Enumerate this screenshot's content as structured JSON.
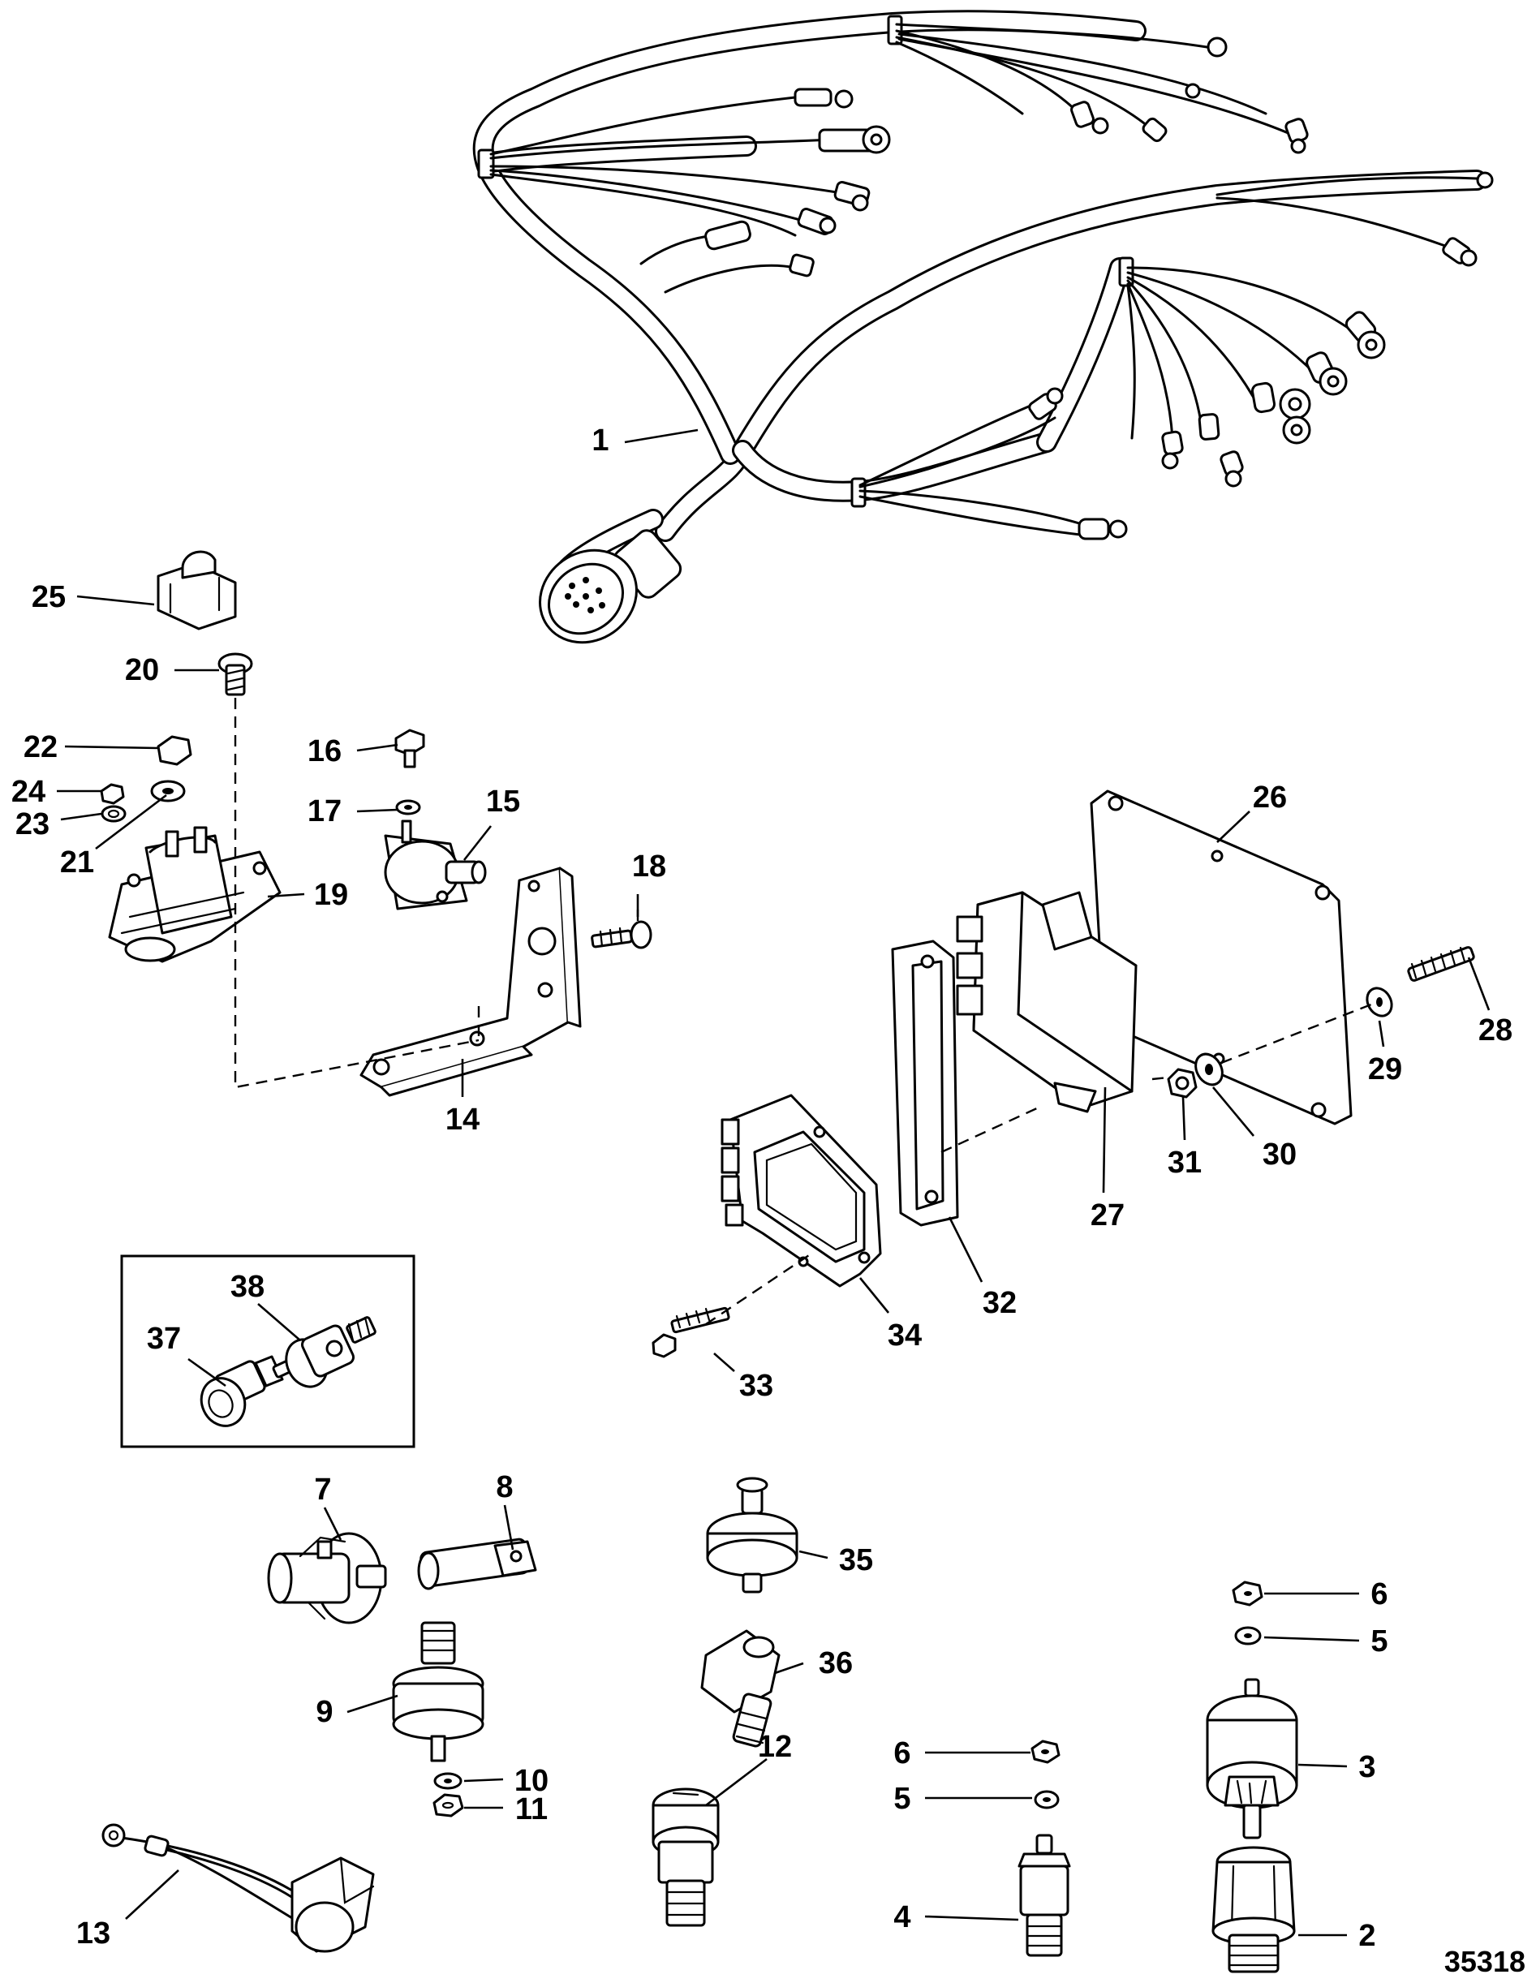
{
  "diagram": {
    "drawing_number": "35318",
    "callouts": [
      {
        "id": "1",
        "label": "1"
      },
      {
        "id": "2",
        "label": "2"
      },
      {
        "id": "3",
        "label": "3"
      },
      {
        "id": "4",
        "label": "4"
      },
      {
        "id": "5a",
        "label": "5"
      },
      {
        "id": "5b",
        "label": "5"
      },
      {
        "id": "6a",
        "label": "6"
      },
      {
        "id": "6b",
        "label": "6"
      },
      {
        "id": "7",
        "label": "7"
      },
      {
        "id": "8",
        "label": "8"
      },
      {
        "id": "9",
        "label": "9"
      },
      {
        "id": "10",
        "label": "10"
      },
      {
        "id": "11",
        "label": "11"
      },
      {
        "id": "12",
        "label": "12"
      },
      {
        "id": "13",
        "label": "13"
      },
      {
        "id": "14",
        "label": "14"
      },
      {
        "id": "15",
        "label": "15"
      },
      {
        "id": "16",
        "label": "16"
      },
      {
        "id": "17",
        "label": "17"
      },
      {
        "id": "18",
        "label": "18"
      },
      {
        "id": "19",
        "label": "19"
      },
      {
        "id": "20",
        "label": "20"
      },
      {
        "id": "21",
        "label": "21"
      },
      {
        "id": "22",
        "label": "22"
      },
      {
        "id": "23",
        "label": "23"
      },
      {
        "id": "24",
        "label": "24"
      },
      {
        "id": "25",
        "label": "25"
      },
      {
        "id": "26",
        "label": "26"
      },
      {
        "id": "27",
        "label": "27"
      },
      {
        "id": "28",
        "label": "28"
      },
      {
        "id": "29",
        "label": "29"
      },
      {
        "id": "30",
        "label": "30"
      },
      {
        "id": "31",
        "label": "31"
      },
      {
        "id": "32",
        "label": "32"
      },
      {
        "id": "33",
        "label": "33"
      },
      {
        "id": "34",
        "label": "34"
      },
      {
        "id": "35",
        "label": "35"
      },
      {
        "id": "36",
        "label": "36"
      },
      {
        "id": "37",
        "label": "37"
      },
      {
        "id": "38",
        "label": "38"
      }
    ]
  }
}
